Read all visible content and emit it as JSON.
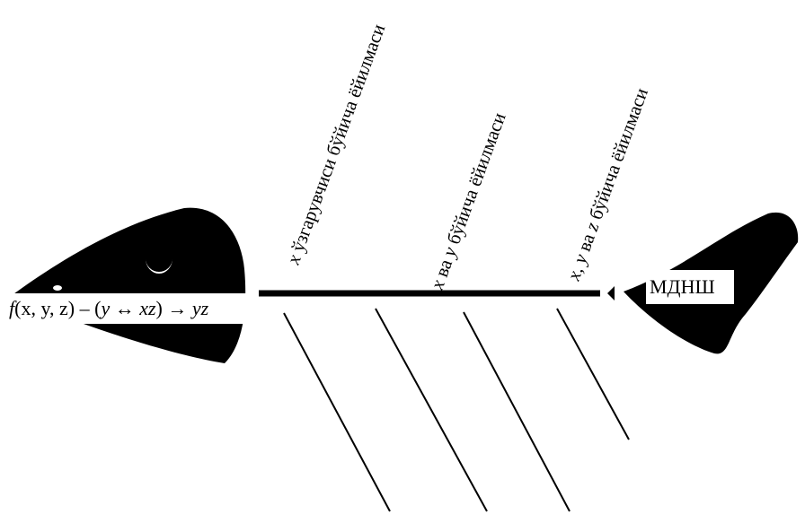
{
  "head_formula": {
    "f": "f",
    "args": "(x, y, z)",
    "minus": " – (",
    "y_bar": "y",
    "iff": " ↔ ",
    "x": "x",
    "z_bar": "z",
    "close": ")",
    "arrow": " → ",
    "result": "yz"
  },
  "tail_label": "МДНШ",
  "bones": [
    {
      "var": "x",
      "text": " ўзгарувчиси бўйича ёйилмаси"
    },
    {
      "var": "x",
      "mid": " ва ",
      "var2": "y",
      "text": " бўйича ёйилмаси"
    },
    {
      "var": "x, y",
      "mid": " ва ",
      "var2": "z",
      "text": " бўйича ёйилмаси"
    }
  ],
  "colors": {
    "ink": "#000000",
    "background": "#ffffff"
  }
}
